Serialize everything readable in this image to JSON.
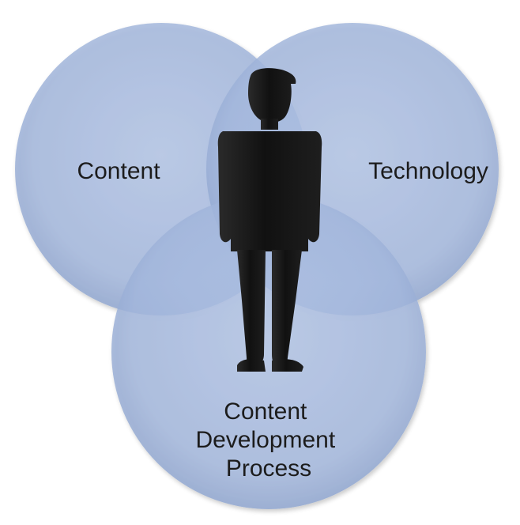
{
  "diagram": {
    "type": "venn",
    "circles": [
      {
        "id": "content",
        "label_lines": [
          "Content"
        ]
      },
      {
        "id": "technology",
        "label_lines": [
          "Technology"
        ]
      },
      {
        "id": "process",
        "label_lines": [
          "Content",
          "Development",
          "Process"
        ]
      }
    ],
    "center_figure": "person-silhouette-icon",
    "colors": {
      "circle_fill": "#a3b7dc",
      "circle_overlap": "#8ea4cc",
      "circle_edge": "#8fa5cf",
      "figure": "#151515",
      "text": "#1c1c1c",
      "background": "#ffffff"
    }
  }
}
